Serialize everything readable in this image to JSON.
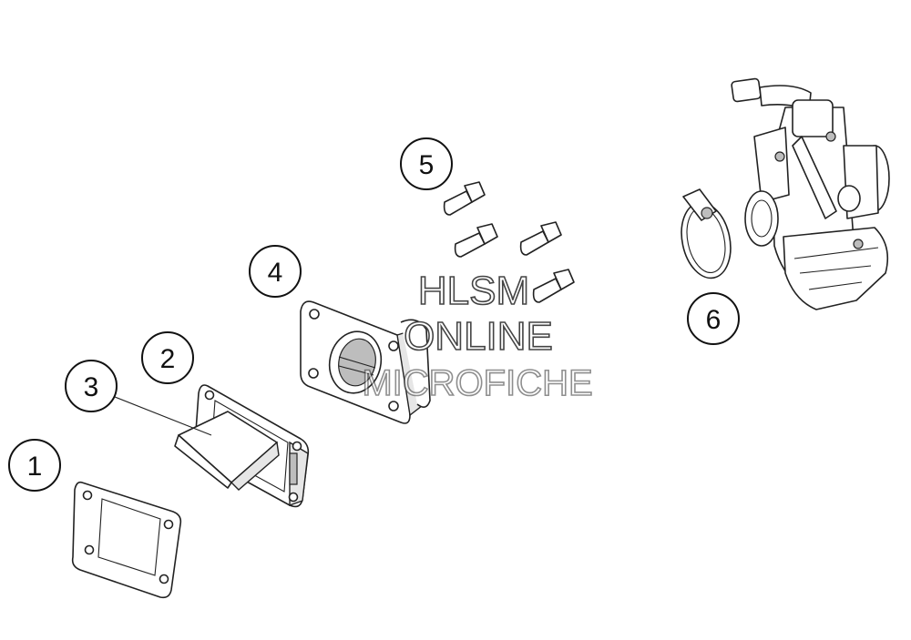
{
  "callouts": [
    {
      "id": "1",
      "label": "1"
    },
    {
      "id": "2",
      "label": "2"
    },
    {
      "id": "3",
      "label": "3"
    },
    {
      "id": "4",
      "label": "4"
    },
    {
      "id": "5",
      "label": "5"
    },
    {
      "id": "6",
      "label": "6"
    }
  ],
  "watermark": {
    "line1": "HLSM",
    "line2": "ONLINE",
    "line3": "MICROFICHE"
  }
}
